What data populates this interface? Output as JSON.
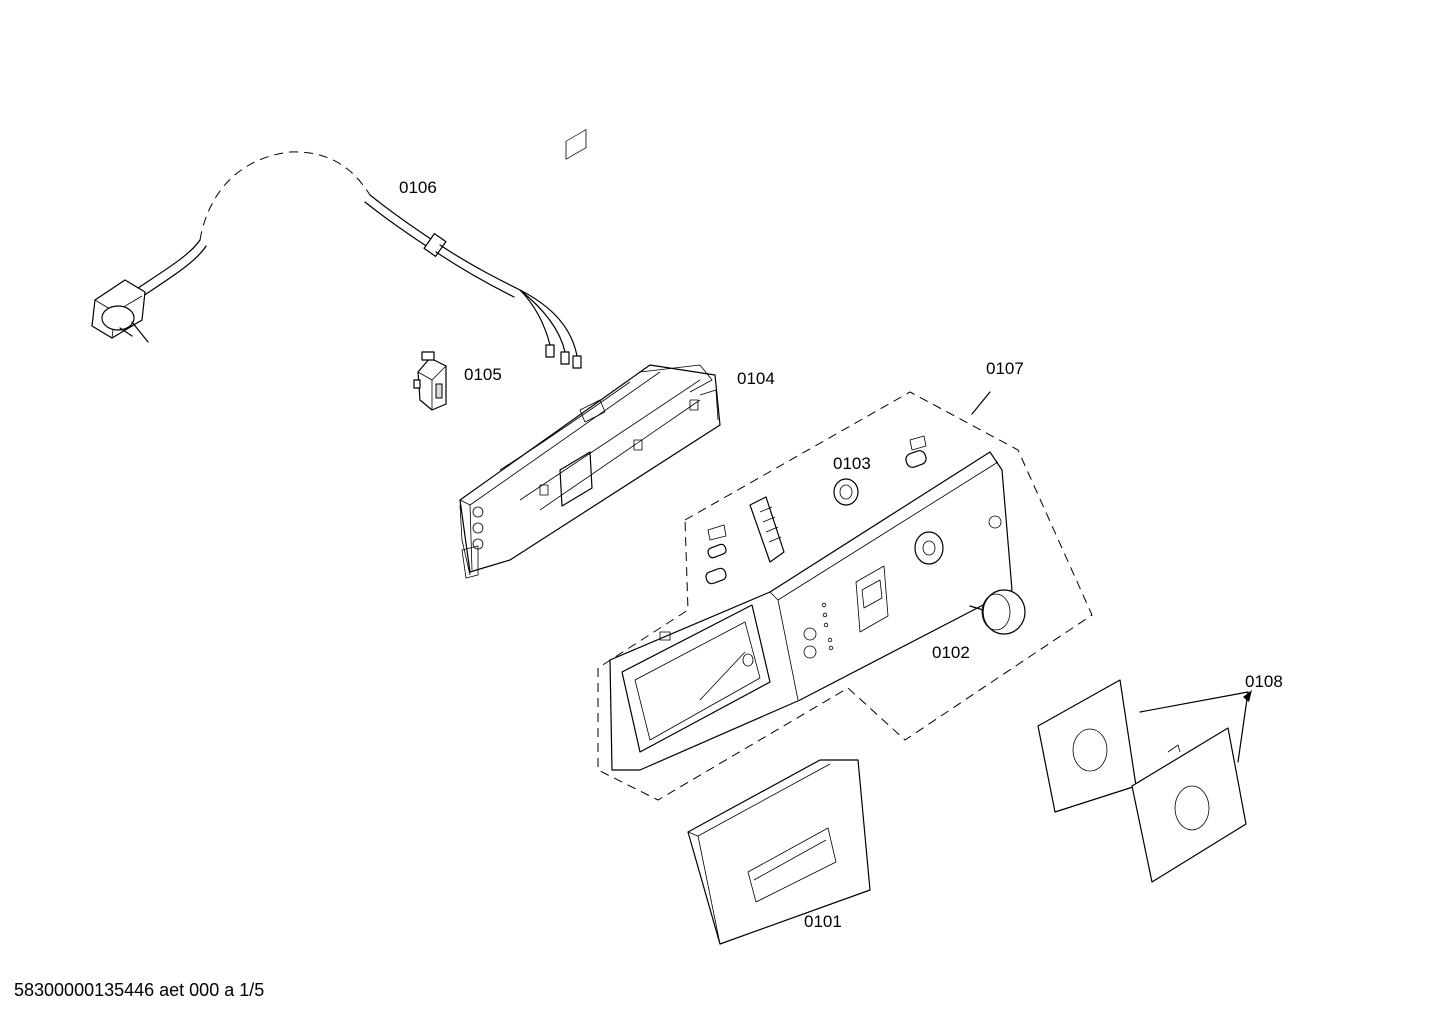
{
  "labels": {
    "p0101": "0101",
    "p0102": "0102",
    "p0103": "0103",
    "p0104": "0104",
    "p0105": "0105",
    "p0106": "0106",
    "p0107": "0107",
    "p0108": "0108"
  },
  "footer": "58300000135446 aet 000 a 1/5"
}
